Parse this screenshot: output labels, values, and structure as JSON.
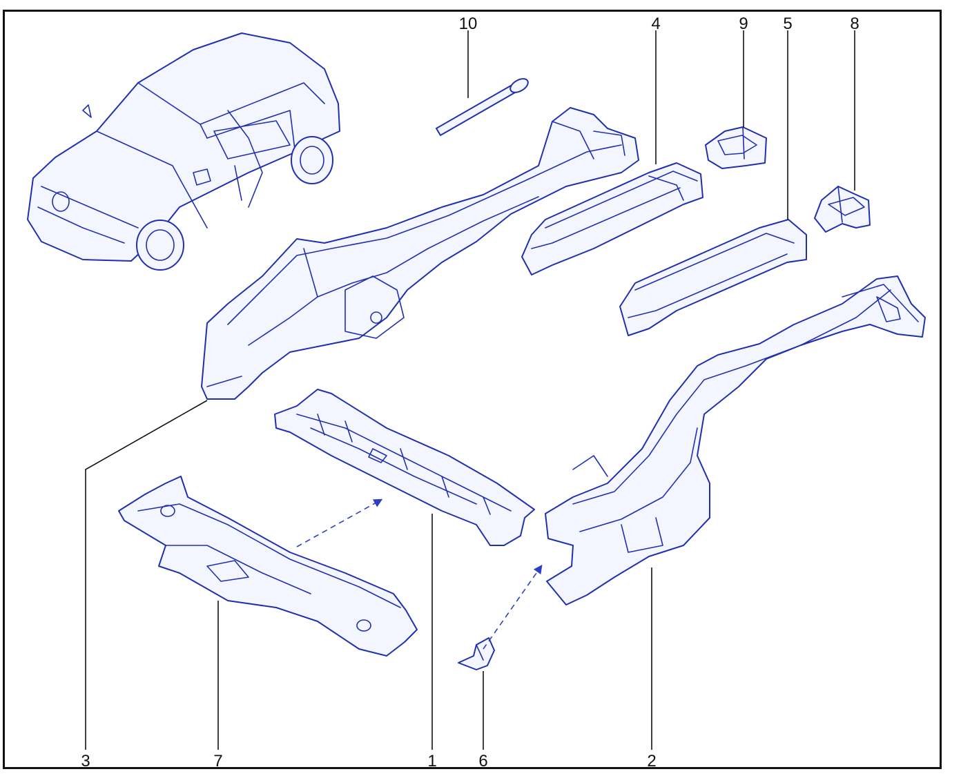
{
  "diagram": {
    "callouts": {
      "c1": "1",
      "c2": "2",
      "c3": "3",
      "c4": "4",
      "c5": "5",
      "c6": "6",
      "c7": "7",
      "c8": "8",
      "c9": "9",
      "c10": "10"
    },
    "colors": {
      "line": "#1f2fb0",
      "fill": "#f4f6ff",
      "leader": "#111111"
    }
  }
}
